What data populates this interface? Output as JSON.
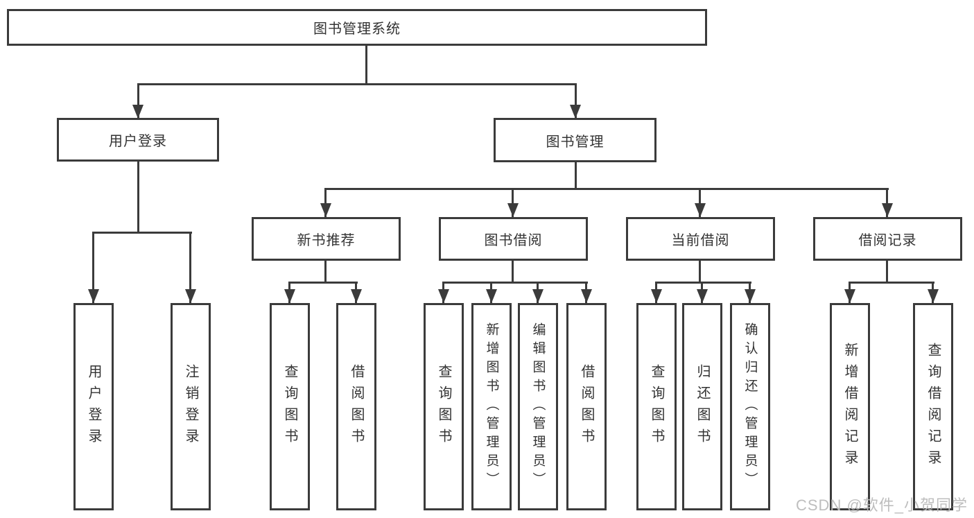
{
  "diagram": {
    "root": {
      "label": "图书管理系统"
    },
    "branches": [
      {
        "label": "用户登录",
        "children": [
          {
            "label": "用户登录"
          },
          {
            "label": "注销登录"
          }
        ]
      },
      {
        "label": "图书管理",
        "children": [
          {
            "label": "新书推荐",
            "children": [
              {
                "label": "查询图书"
              },
              {
                "label": "借阅图书"
              }
            ]
          },
          {
            "label": "图书借阅",
            "children": [
              {
                "label": "查询图书"
              },
              {
                "label": "新增图书（管理员）"
              },
              {
                "label": "编辑图书（管理员）"
              },
              {
                "label": "借阅图书"
              }
            ]
          },
          {
            "label": "当前借阅",
            "children": [
              {
                "label": "查询图书"
              },
              {
                "label": "归还图书"
              },
              {
                "label": "确认归还（管理员）"
              }
            ]
          },
          {
            "label": "借阅记录",
            "children": [
              {
                "label": "新增借阅记录"
              },
              {
                "label": "查询借阅记录"
              }
            ]
          }
        ]
      }
    ]
  },
  "watermark": {
    "text": "CSDN @软件_小贺同学"
  },
  "colors": {
    "line": "#3b3b3b",
    "text": "#333333",
    "background": "#ffffff",
    "watermark": "#bababa"
  }
}
